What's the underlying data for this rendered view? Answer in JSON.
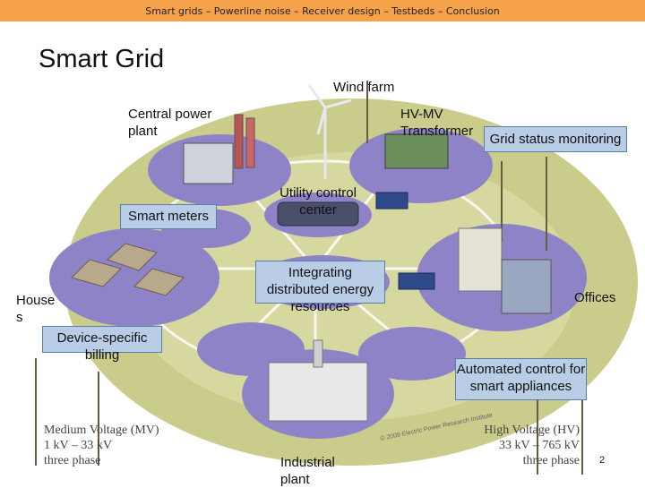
{
  "header": {
    "breadcrumb": "Smart grids – Powerline noise – Receiver design – Testbeds – Conclusion"
  },
  "slide": {
    "title": "Smart Grid",
    "page_number": "2"
  },
  "labels": {
    "wind_farm": "Wind farm",
    "central_power_plant": "Central power plant",
    "hv_mv_transformer": "HV-MV Transformer",
    "grid_status_monitoring": "Grid status monitoring",
    "utility_control_center": "Utility control center",
    "smart_meters": "Smart meters",
    "houses": "House s",
    "integrating_der": "Integrating distributed energy resources",
    "offices": "Offices",
    "device_billing": "Device-specific billing",
    "automated_control": "Automated control for smart appliances",
    "industrial_plant": "Industrial plant"
  },
  "voltage": {
    "medium": [
      "Medium Voltage (MV)",
      "1 kV – 33 kV",
      "three phase"
    ],
    "high": [
      "High Voltage (HV)",
      "33 kV – 765 kV",
      "three phase"
    ]
  },
  "colors": {
    "header_bar": "#f5a24a",
    "ring": "#8f83c8",
    "callout_fill": "#b9cde6",
    "ground": "#c9cc8a"
  },
  "copyright": "© 2009 Electric Power Research Institute"
}
